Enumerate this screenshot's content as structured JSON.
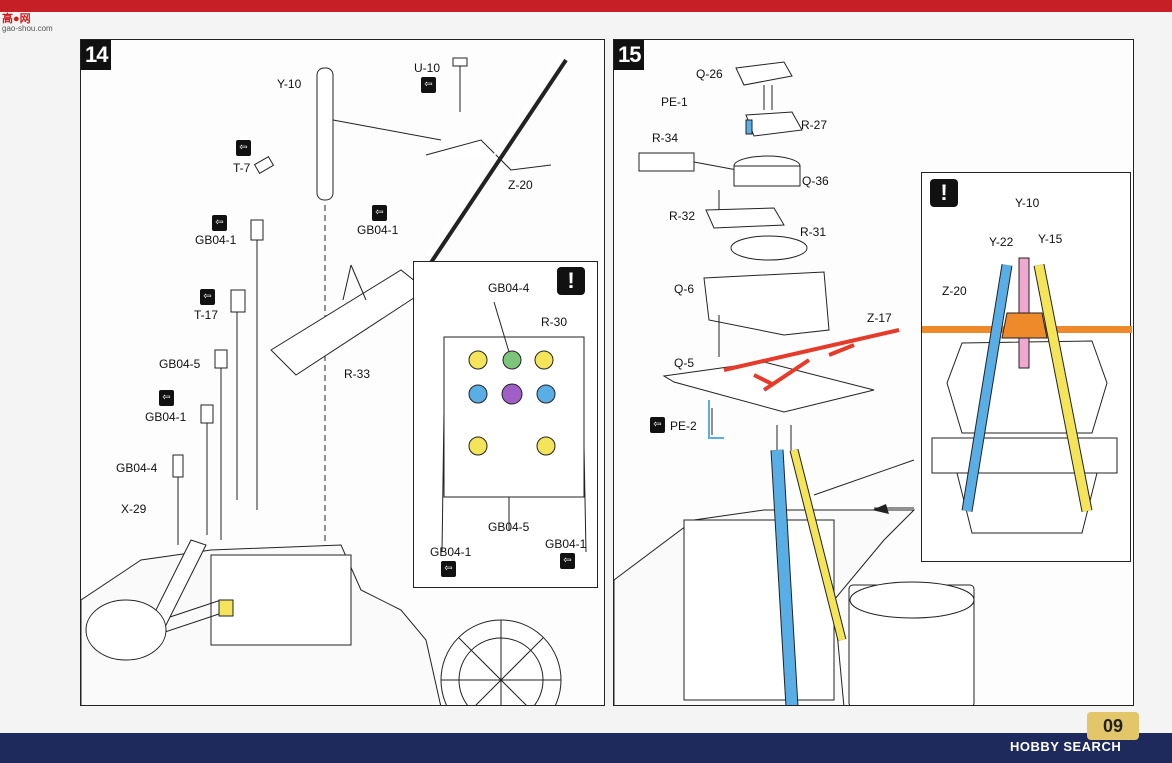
{
  "watermark_top": {
    "title": "高●网",
    "url": "gao-shou.com"
  },
  "step14": {
    "number": "14",
    "labels": {
      "y10": "Y-10",
      "u10": "U-10",
      "z20": "Z-20",
      "t7": "T-7",
      "gb04_1a": "GB04-1",
      "gb04_1b": "GB04-1",
      "t17": "T-17",
      "gb04_5": "GB04-5",
      "gb04_1c": "GB04-1",
      "gb04_4": "GB04-4",
      "x29": "X-29",
      "r33": "R-33"
    },
    "inset": {
      "warn": "!",
      "labels": {
        "gb04_4": "GB04-4",
        "r30": "R-30",
        "gb04_5": "GB04-5",
        "gb04_1l": "GB04-1",
        "gb04_1r": "GB04-1"
      }
    }
  },
  "step15": {
    "number": "15",
    "labels": {
      "q26": "Q-26",
      "pe1": "PE-1",
      "r27": "R-27",
      "r34": "R-34",
      "q36": "Q-36",
      "r32": "R-32",
      "r31": "R-31",
      "q6": "Q-6",
      "z17": "Z-17",
      "q5": "Q-5",
      "pe2": "PE-2"
    },
    "inset": {
      "warn": "!",
      "labels": {
        "y10": "Y-10",
        "y22": "Y-22",
        "y15": "Y-15",
        "z20": "Z-20"
      }
    }
  },
  "page_number": "09",
  "watermark_bottom": "HOBBY SEARCH",
  "colors": {
    "yellow": "#f4e45a",
    "blue": "#5aaee6",
    "green": "#7dc57a",
    "purple": "#a05fc7",
    "red": "#e63a2a",
    "orange": "#ef8a2a",
    "pink": "#f0a8d0",
    "top_bar": "#c62026",
    "bottom_bar": "#1f2a5c"
  }
}
